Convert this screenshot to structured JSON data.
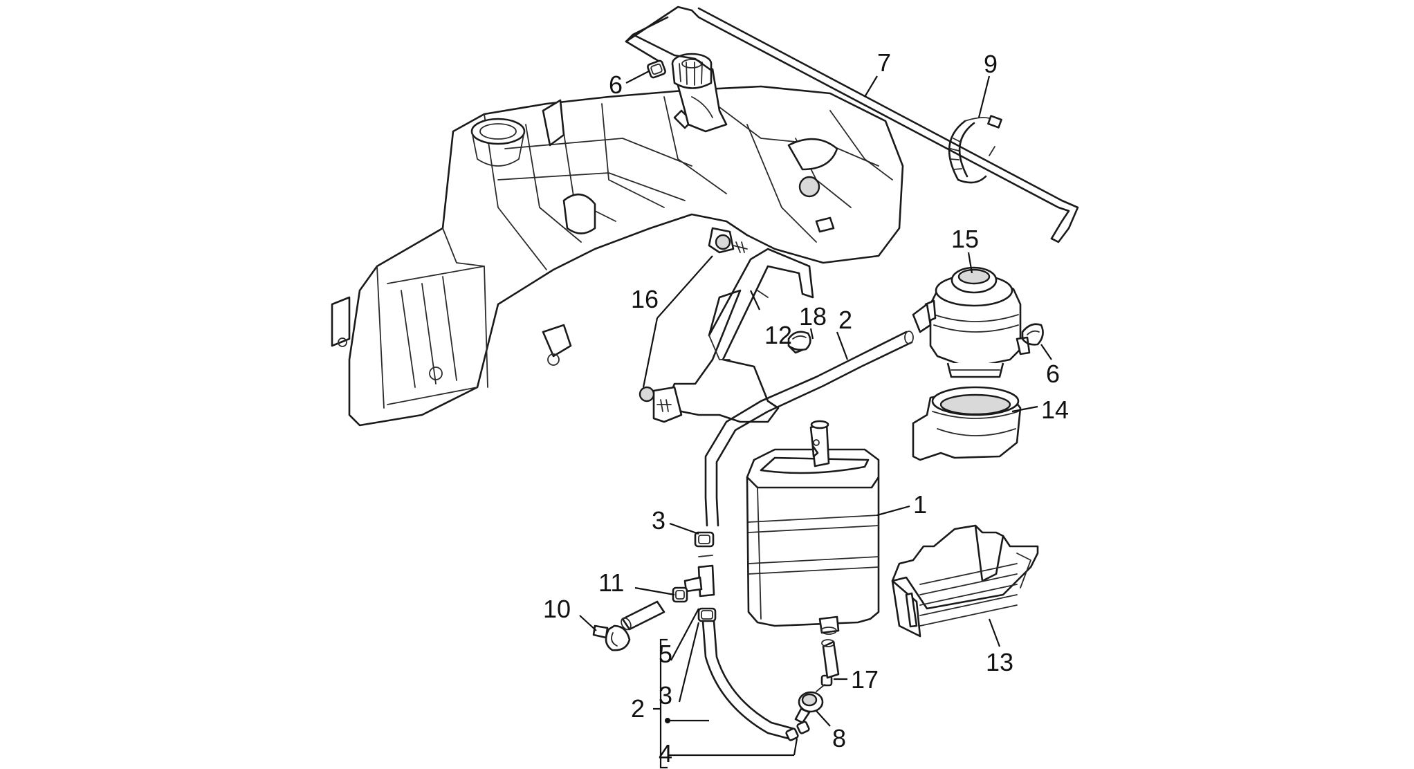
{
  "callouts": {
    "c1": "1",
    "c2a": "2",
    "c2b": "2",
    "c3a": "3",
    "c3b": "3",
    "c4": "4",
    "c5": "5",
    "c6a": "6",
    "c6b": "6",
    "c7": "7",
    "c8": "8",
    "c9": "9",
    "c10": "10",
    "c11": "11",
    "c12": "12",
    "c13": "13",
    "c14": "14",
    "c15": "15",
    "c16": "16",
    "c17": "17",
    "c18": "18"
  }
}
